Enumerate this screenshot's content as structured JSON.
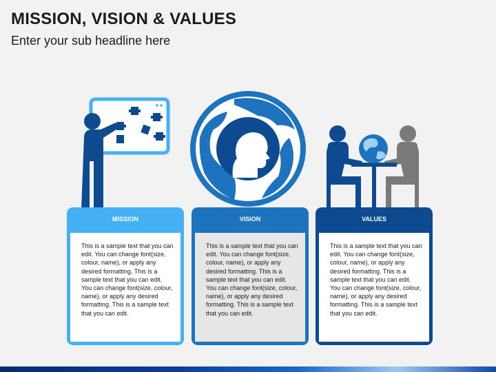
{
  "slide": {
    "title": "MISSION, VISION & VALUES",
    "subtitle": "Enter your sub headline here"
  },
  "columns": [
    {
      "label": "MISSION",
      "icon": "presenter-puzzle-board-icon",
      "header_color": "#45b0f5",
      "body_color": "#45b0f5",
      "inner_bg": "#ffffff",
      "text": "This is a sample text that you can edit. You can change font(size, colour, name), or apply any desired formatting. This is a sample text that you can edit. You can change font(size, colour, name), or apply any desired formatting. This is a sample text that you can edit."
    },
    {
      "label": "VISION",
      "icon": "head-globe-icon",
      "header_color": "#1e73be",
      "body_color": "#1e73be",
      "inner_bg": "#e6e6e6",
      "text": "This is a sample text that you can edit. You can change font(size, colour, name), or apply any desired formatting. This is a sample text that you can edit. You can change font(size, colour, name), or apply any desired formatting. This is a sample text that you can edit."
    },
    {
      "label": "VALUES",
      "icon": "people-table-globe-icon",
      "header_color": "#0d4a8f",
      "body_color": "#0d4a8f",
      "inner_bg": "#ffffff",
      "text": "This is a sample text that you can edit. You can change font(size, colour, name), or apply any desired formatting. This is a sample text that you can edit. You can change font(size, colour, name), or apply any desired formatting. This is a sample text that you can edit."
    }
  ]
}
